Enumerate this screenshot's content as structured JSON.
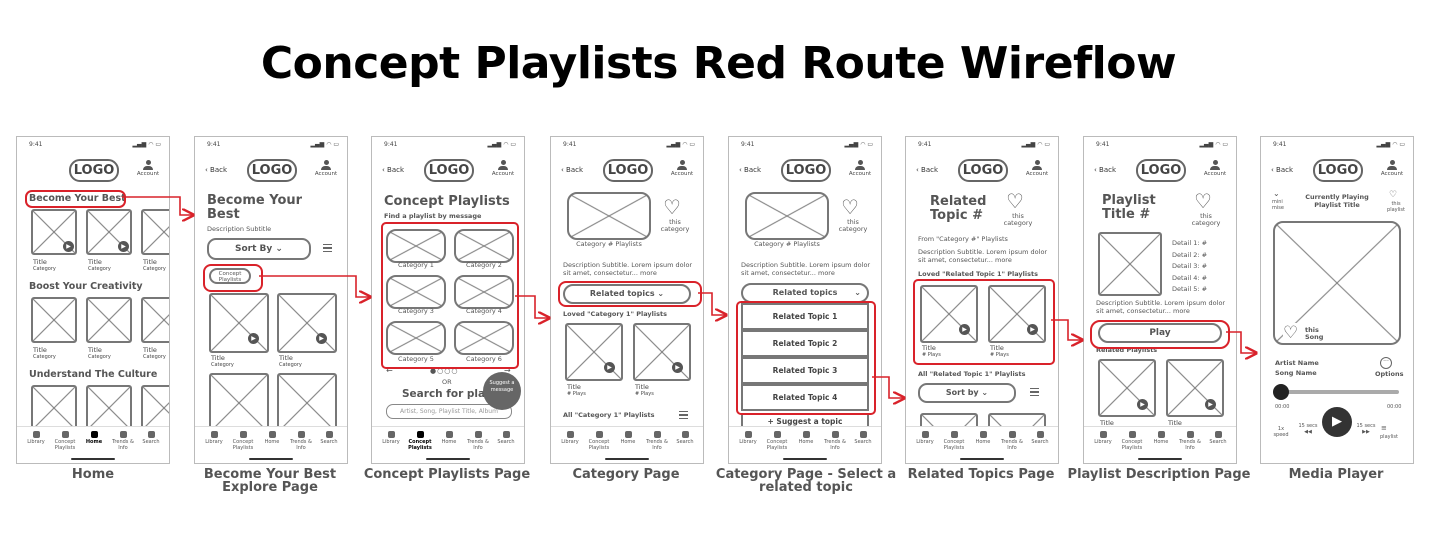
{
  "title": "Concept Playlists Red Route Wireflow",
  "common": {
    "time": "9:41",
    "signal": "▂▄▆ ◠ ▭",
    "logo": "LOGO",
    "back": "‹ Back",
    "account": "Account",
    "tabs": [
      "Library",
      "Concept Playlists",
      "Home",
      "Trends & Info",
      "Search"
    ]
  },
  "captions": [
    "Home",
    "Become Your Best Explore Page",
    "Concept Playlists Page",
    "Category Page",
    "Category Page - Select a related topic",
    "Related Topics Page",
    "Playlist Description Page",
    "Media Player"
  ],
  "screen1": {
    "sections": [
      "Become Your Best",
      "Boost Your Creativity",
      "Understand The Culture"
    ],
    "item_title": "Title",
    "item_sub": "Category"
  },
  "screen2": {
    "header": "Become Your Best",
    "subtitle": "Description Subtitle",
    "sort": "Sort By ⌄",
    "chip": "Concept Playlists",
    "item_title": "Title",
    "item_sub": "Category"
  },
  "screen3": {
    "header": "Concept Playlists",
    "subtitle": "Find a playlist by message",
    "categories": [
      "Category 1",
      "Category 2",
      "Category 3",
      "Category 4",
      "Category 5",
      "Category 6"
    ],
    "or": "OR",
    "search_title": "Search for playli",
    "search_placeholder": "Artist, Song, Playlist Title, Album",
    "suggest": "Suggest a message"
  },
  "screen4": {
    "cover_label": "Category # Playlists",
    "this_category": "this category",
    "description": "Description Subtitle. Lorem ipsum dolor sit amet, consectetur... more",
    "related": "Related topics ⌄",
    "loved": "Loved \"Category 1\" Playlists",
    "item_title": "Title",
    "item_sub": "# Plays",
    "all": "All \"Category 1\" Playlists"
  },
  "screen5": {
    "cover_label": "Category # Playlists",
    "this_category": "this category",
    "description": "Description Subtitle. Lorem ipsum dolor sit amet, consectetur... more",
    "related": "Related topics",
    "topics": [
      "Related Topic 1",
      "Related Topic 2",
      "Related Topic 3",
      "Related Topic 4"
    ],
    "suggest": "+ Suggest a topic"
  },
  "screen6": {
    "header": "Related Topic #",
    "this_category": "this category",
    "from": "From \"Category #\" Playlists",
    "description": "Description Subtitle. Lorem ipsum dolor sit amet, consectetur... more",
    "loved": "Loved \"Related Topic 1\" Playlists",
    "item_title": "Title",
    "item_sub": "# Plays",
    "all": "All \"Related Topic 1\" Playlists",
    "sort": "Sort by ⌄"
  },
  "screen7": {
    "header": "Playlist Title #",
    "this_category": "this category",
    "details": [
      "Detail 1:  #",
      "Detail 2:  #",
      "Detail 3:  #",
      "Detail 4:  #",
      "Detail 5:  #"
    ],
    "description": "Description Subtitle. Lorem ipsum dolor sit amet, consectetur... more",
    "play": "Play",
    "related": "Related Playlists",
    "item_title": "Title"
  },
  "screen8": {
    "mini": "mini mise",
    "now": "Currently Playing Playlist Title",
    "this_playlist": "this playlist",
    "this_song": "this Song",
    "artist": "Artist Name",
    "song": "Song Name",
    "options": "Options",
    "t0": "00:00",
    "t1": "00:00",
    "speed": "1x speed",
    "back15": "15 secs",
    "fwd15": "15 secs",
    "playlist": "playlist"
  }
}
